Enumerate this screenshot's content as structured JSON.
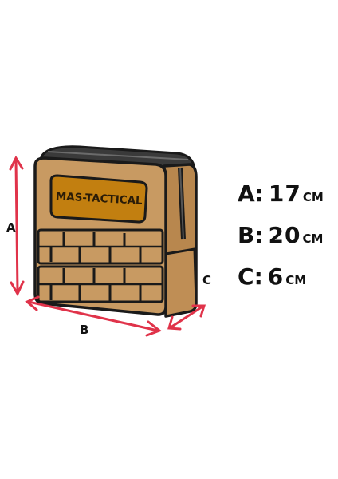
{
  "product": {
    "brand_label": "MAS-TACTICAL"
  },
  "dimension_markers": {
    "a": "A",
    "b": "B",
    "c": "C"
  },
  "specs": [
    {
      "key": "A",
      "value": "17",
      "unit": "CM"
    },
    {
      "key": "B",
      "value": "20",
      "unit": "CM"
    },
    {
      "key": "C",
      "value": "6",
      "unit": "CM"
    }
  ],
  "colors": {
    "pouch": "#C89A62",
    "pouch_dark": "#A87A45",
    "outline": "#1a1a1a",
    "patch": "#C27F10",
    "arrow": "#E0334A"
  }
}
